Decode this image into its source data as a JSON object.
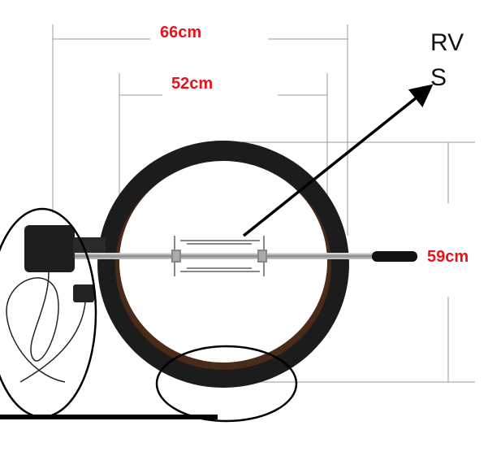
{
  "dimensions": {
    "outer_width": "66cm",
    "inner_width": "52cm",
    "height": "59cm"
  },
  "annotation": {
    "line1": "RV",
    "line2": "S"
  },
  "colors": {
    "dimension_text": "#e8121b",
    "ring": "#1c1c1c",
    "ring_inner_edge": "#4a2a18"
  }
}
